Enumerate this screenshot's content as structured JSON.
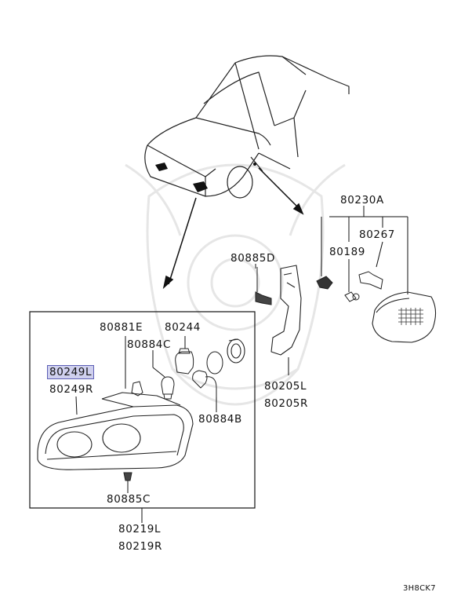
{
  "parts": {
    "p80230A": "80230A",
    "p80267": "80267",
    "p80189": "80189",
    "p80885D": "80885D",
    "p80881E": "80881E",
    "p80244": "80244",
    "p80884C": "80884C",
    "p80249L": "80249L",
    "p80249R": "80249R",
    "p80884B": "80884B",
    "p80205L": "80205L",
    "p80205R": "80205R",
    "p80885C": "80885C",
    "p80219L": "80219L",
    "p80219R": "80219R"
  },
  "diagram_code": "3H8CK7",
  "highlight_color": "#cfd0ee"
}
